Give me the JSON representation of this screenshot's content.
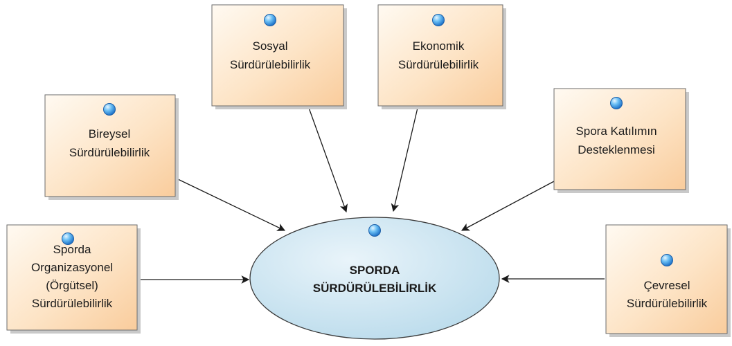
{
  "center": {
    "lines": [
      "SPORDA",
      "SÜRDÜRÜLEBİLİRLİK"
    ]
  },
  "boxes": {
    "sosyal": {
      "lines": [
        "Sosyal",
        "Sürdürülebilirlik"
      ]
    },
    "ekonomik": {
      "lines": [
        "Ekonomik",
        "Sürdürülebilirlik"
      ]
    },
    "bireysel": {
      "lines": [
        "Bireysel",
        "Sürdürülebilirlik"
      ]
    },
    "katilim": {
      "lines": [
        "Spora Katılımın",
        "Desteklenmesi"
      ]
    },
    "organizasyonel": {
      "lines": [
        "Sporda",
        "Organizasyonel",
        "(Örgütsel)",
        "Sürdürülebilirlik"
      ]
    },
    "cevresel": {
      "lines": [
        "Çevresel",
        "Sürdürülebilirlik"
      ]
    }
  },
  "colors": {
    "box_fill_light": "#fff6ea",
    "box_fill_dark": "#fbd3a8",
    "ellipse_fill": "#cfe6f2",
    "ellipse_stroke": "#3a3a3a",
    "marker_fill": "#4aa3e8",
    "arrow": "#1a1a1a"
  },
  "icons": {
    "node_marker": "blue-circle-icon"
  }
}
